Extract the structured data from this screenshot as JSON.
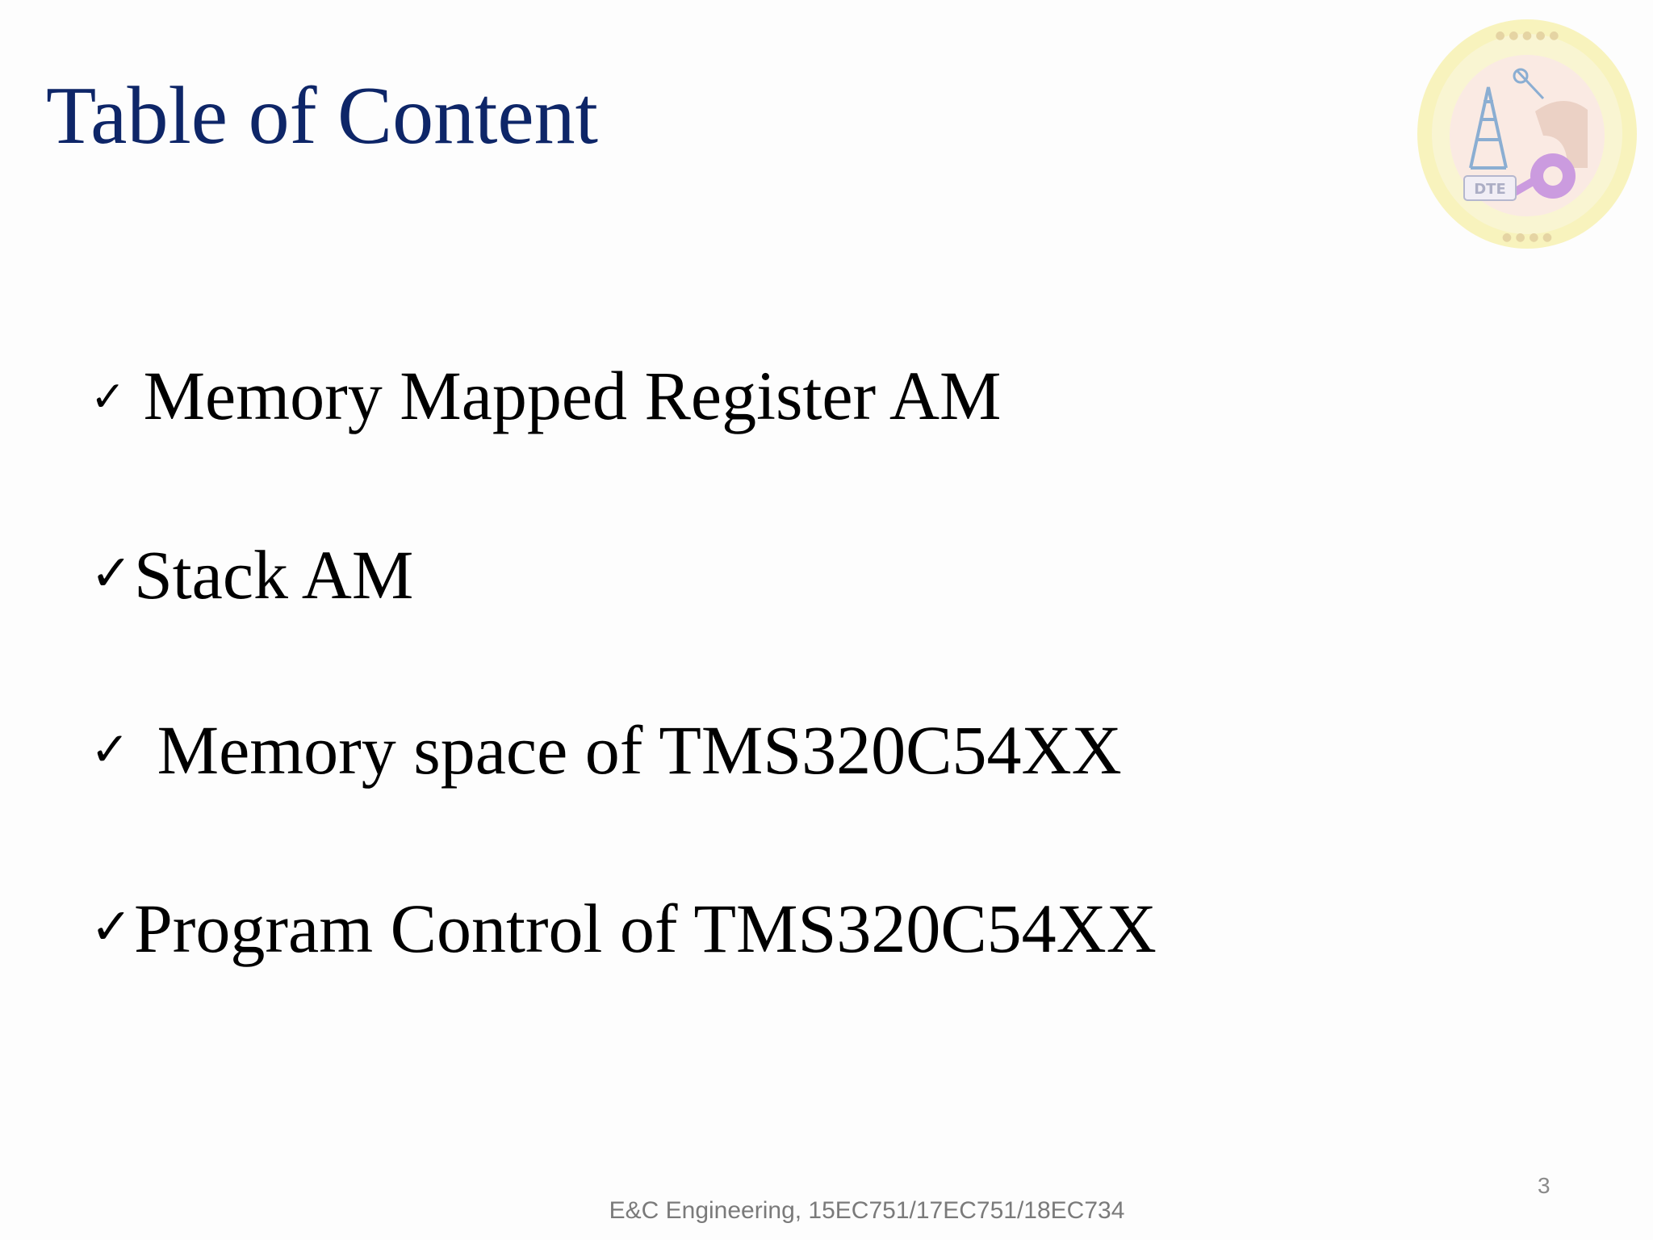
{
  "slide": {
    "title": "Table of Content",
    "items": [
      {
        "check": "✓",
        "label": "Memory Mapped Register AM"
      },
      {
        "check": "✓",
        "label": "Stack AM"
      },
      {
        "check": "✓",
        "label": "Memory space of TMS320C54XX"
      },
      {
        "check": "✓",
        "label": "Program Control of TMS320C54XX"
      }
    ],
    "footer": "E&C Engineering, 15EC751/17EC751/18EC734",
    "slide_number": "3",
    "logo": {
      "icon": "dte-karnataka-seal-icon",
      "text": "DTE",
      "colors": {
        "outer_ring": "#f2e66b",
        "inner": "#f8d9c8",
        "tower": "#2f6fb0",
        "gear": "#8b3ab8"
      }
    }
  },
  "colors": {
    "title": "#0e2668",
    "body_text": "#000000",
    "footer_text": "#7a7a7a"
  }
}
